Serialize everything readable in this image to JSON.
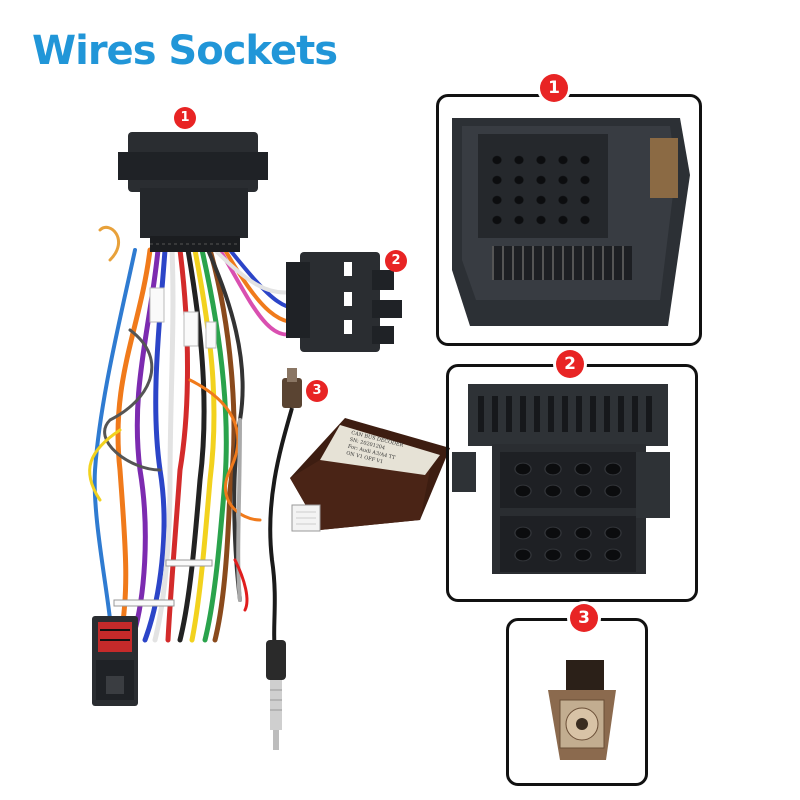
{
  "title": "Wires Sockets",
  "badges": {
    "harness_1": "1",
    "harness_2": "2",
    "harness_3": "3",
    "panel_1": "1",
    "panel_2": "2",
    "panel_3": "3"
  },
  "canbus_label": {
    "line1": "CAN BUS DECODER",
    "line2": "SN: 20201204",
    "line3": "For: Audi A3/A4 TT",
    "line4": "ON  V1      OFF V1"
  },
  "colors": {
    "title": "#2196d8",
    "badge": "#e82424",
    "connector": "#2a2d31",
    "canbus_box": "#4a2416"
  }
}
